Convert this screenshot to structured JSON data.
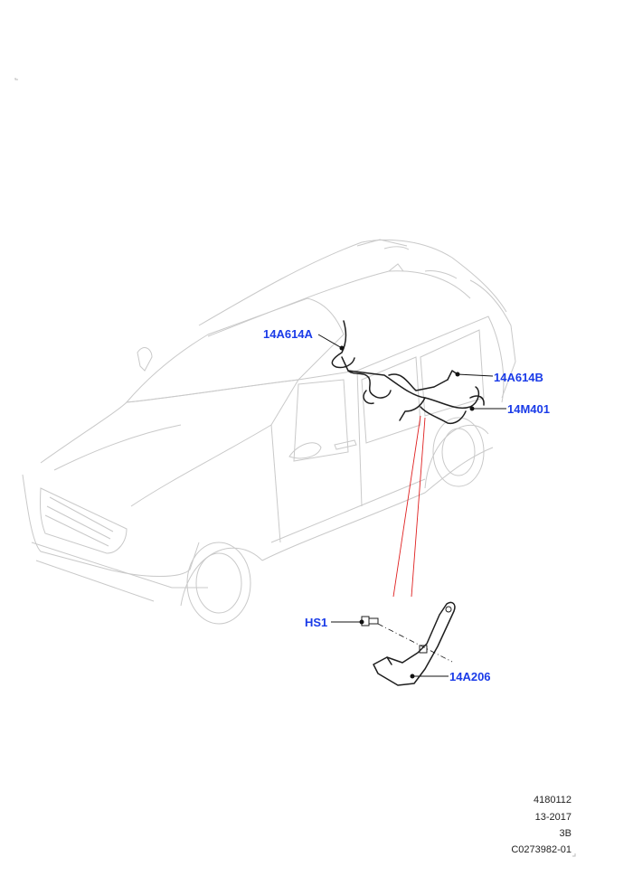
{
  "callouts": {
    "a": "14A614A",
    "b": "14A614B",
    "c": "14M401",
    "d": "HS1",
    "e": "14A206"
  },
  "footer": {
    "line1": "4180112",
    "line2": "13-2017",
    "line3": "3B",
    "line4": "C0273982-01"
  },
  "colors": {
    "callout": "#1a3be8",
    "leader_red": "#e02020",
    "car_outline": "#c9c9c9",
    "harness": "#1e1e1e"
  }
}
